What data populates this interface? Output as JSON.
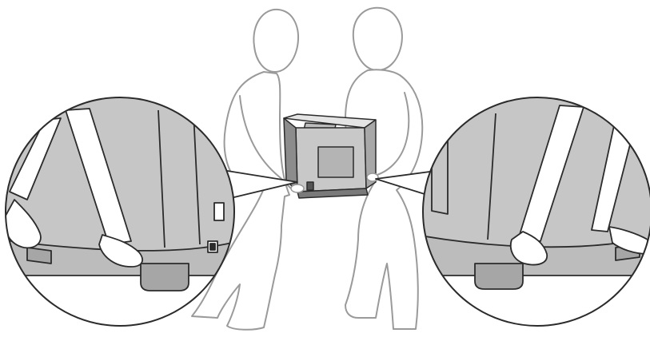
{
  "illustration": {
    "subject": "two-person-printer-lift",
    "colors": {
      "background": "#ffffff",
      "outline": "#2b2b2b",
      "figure_outline": "#9a9a9a",
      "figure_fill": "#ffffff",
      "printer_body": "#c8c8c8",
      "printer_dark": "#8c8c8c",
      "printer_top": "#e4e4e4",
      "zoom_fill": "#c6c6c6"
    },
    "icons": [
      "person-outline",
      "printer-icon",
      "hand-icon",
      "magnifier-callout"
    ]
  }
}
